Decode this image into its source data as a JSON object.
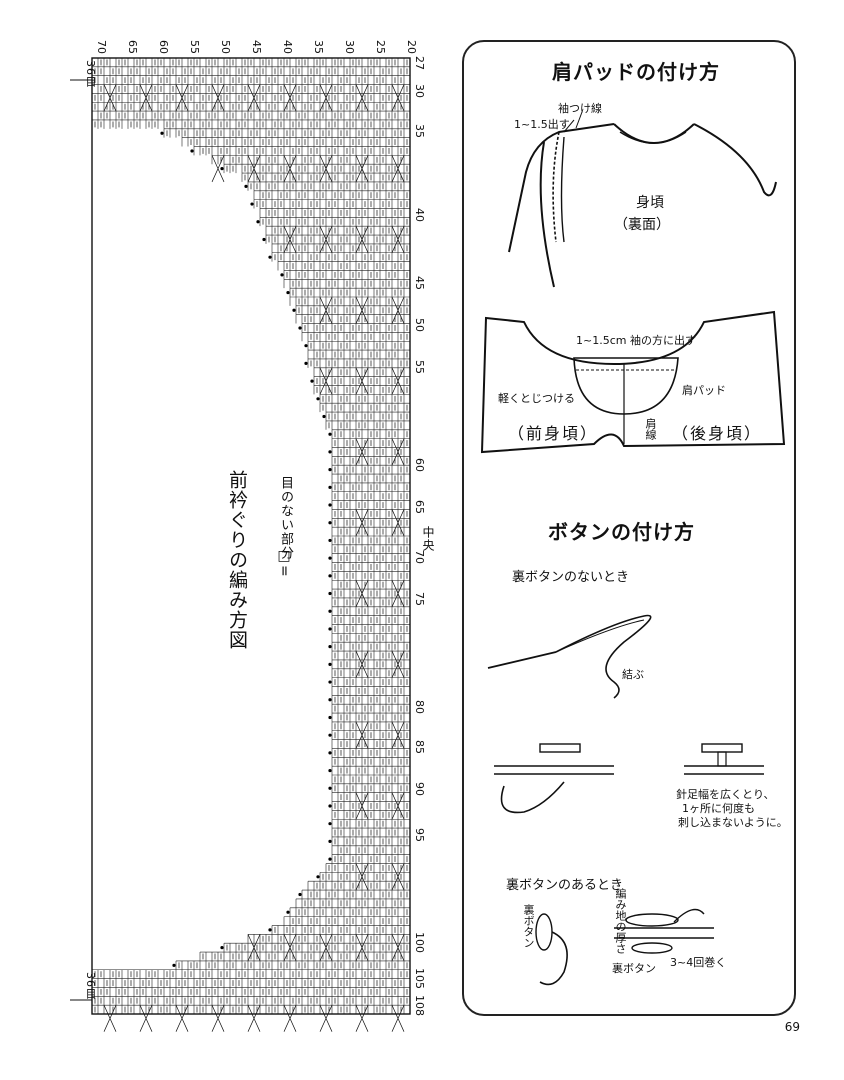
{
  "chart": {
    "title": "前衿ぐりの編み方図",
    "legend_mark": "□=",
    "legend_text": "目のない部分",
    "top_numbers": [
      "70",
      "65",
      "60",
      "55",
      "50",
      "45",
      "40",
      "35",
      "30",
      "25",
      "20"
    ],
    "right_numbers": [
      "27",
      "30",
      "35",
      "40",
      "45",
      "50",
      "55",
      "60",
      "65",
      "70",
      "75",
      "80",
      "85",
      "90",
      "95",
      "100",
      "105",
      "108"
    ],
    "center_label": "中央",
    "row_label_top": "36目",
    "row_label_bottom": "36目"
  },
  "shoulder_pad": {
    "title": "肩パッドの付け方",
    "label_sleeve_line": "袖つけ線",
    "label_offset": "1~1.5出す",
    "label_body": "身頃",
    "label_back_side": "（裏面）",
    "label_extend": "1~1.5cm 袖の方に出す",
    "label_tack": "軽くとじつける",
    "label_pad": "肩パッド",
    "label_shoulder_line": "肩線",
    "label_front": "（前身頃）",
    "label_back": "（後身頃）"
  },
  "button": {
    "title": "ボタンの付け方",
    "sub_without": "裏ボタンのないとき",
    "label_knot": "結ぶ",
    "note_line1": "針足幅を広くとり、",
    "note_line2": "1ヶ所に何度も",
    "note_line3": "刺し込まないように。",
    "sub_with": "裏ボタンのあるとき",
    "label_back_button_v": "裏ボタン",
    "label_thickness": "編み地の厚さ",
    "label_back_button": "裏ボタン",
    "label_wrap": "3~4回巻く"
  },
  "page_number": "69"
}
